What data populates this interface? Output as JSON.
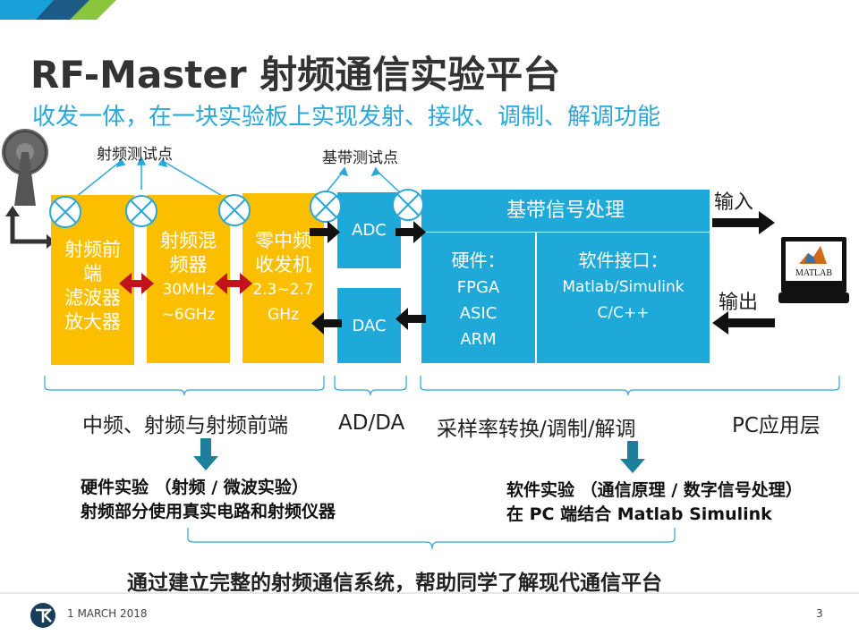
{
  "slide": {
    "title": "RF-Master 射频通信实验平台",
    "subtitle": "收发一体，在一块实验板上实现发射、接收、调制、解调功能"
  },
  "labels": {
    "rf_test_points": "射频测试点",
    "bb_test_points": "基带测试点",
    "input": "输入",
    "output": "输出"
  },
  "blocks": {
    "rf_frontend": [
      "射频前",
      "端",
      "滤波器",
      "放大器"
    ],
    "rf_mixer": [
      "射频混",
      "频器",
      "30MHz",
      "~6GHz"
    ],
    "zero_if": [
      "零中频",
      "收发机",
      "2.3~2.7",
      "GHz"
    ],
    "adc": "ADC",
    "dac": "DAC",
    "baseband_title": "基带信号处理",
    "hardware": [
      "硬件：",
      "FPGA",
      "ASIC",
      "ARM"
    ],
    "software": [
      "软件接口：",
      "Matlab/Simulink",
      "C/C++"
    ],
    "matlab_logo": "MATLAB"
  },
  "categories": {
    "rf": "中频、射频与射频前端",
    "adda": "AD/DA",
    "dsp": "采样率转换/调制/解调",
    "pc": "PC应用层"
  },
  "notes": {
    "hardware_exp": [
      "硬件实验 （射频 / 微波实验）",
      "射频部分使用真实电路和射频仪器"
    ],
    "software_exp": [
      "软件实验 （通信原理 / 数字信号处理）",
      "在 PC 端结合 Matlab Simulink"
    ]
  },
  "conclusion": "通过建立完整的射频通信系统，帮助同学了解现代通信平台",
  "footer": {
    "date": "1 MARCH 2018",
    "page": "3"
  },
  "colors": {
    "orange": "#fbbf00",
    "blue": "#1fa9d8",
    "teal": "#1e7f9a",
    "red": "#c0141c",
    "subtitle": "#2aa8d8"
  }
}
